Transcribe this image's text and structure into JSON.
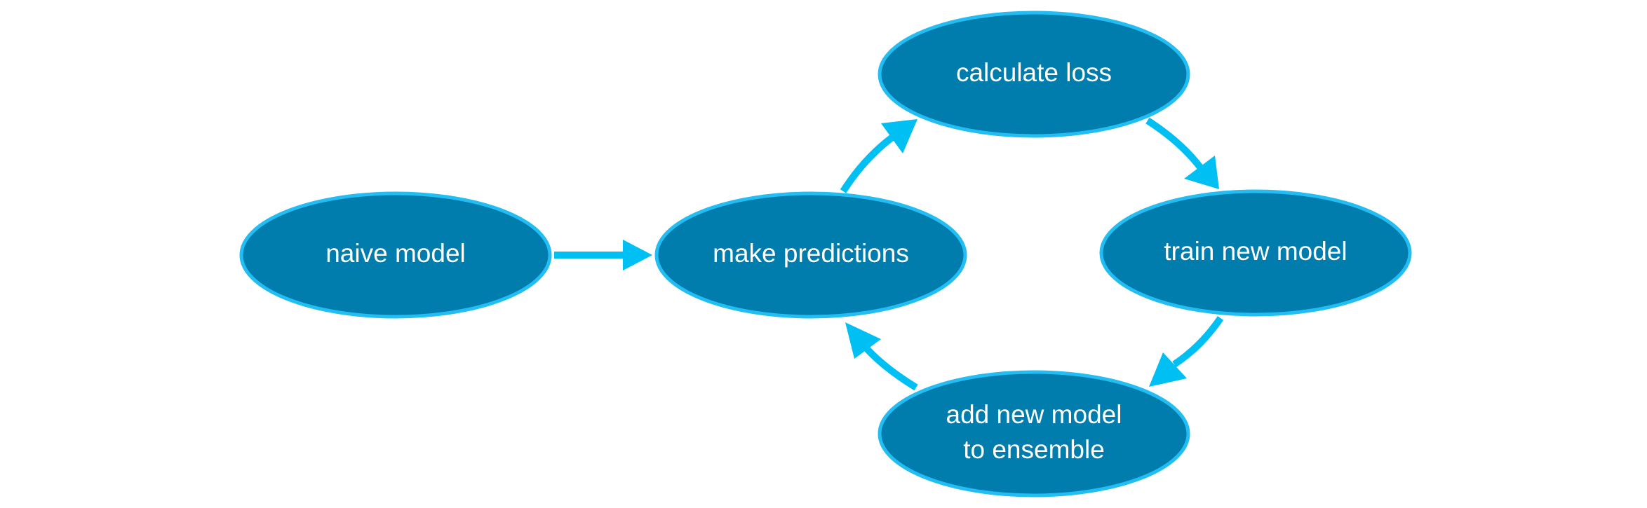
{
  "diagram": {
    "type": "flowchart",
    "colors": {
      "node_fill": "#007cad",
      "node_border": "#22bdf2",
      "arrow": "#00bff2",
      "label": "#ffffff",
      "background": "#ffffff"
    },
    "nodes": [
      {
        "id": "naive",
        "lines": [
          "naive model"
        ]
      },
      {
        "id": "predict",
        "lines": [
          "make predictions"
        ]
      },
      {
        "id": "loss",
        "lines": [
          "calculate loss"
        ]
      },
      {
        "id": "train",
        "lines": [
          "train new model"
        ]
      },
      {
        "id": "add",
        "lines": [
          "add new model",
          "to ensemble"
        ]
      }
    ],
    "edges": [
      {
        "from": "naive",
        "to": "predict"
      },
      {
        "from": "predict",
        "to": "loss"
      },
      {
        "from": "loss",
        "to": "train"
      },
      {
        "from": "train",
        "to": "add"
      },
      {
        "from": "add",
        "to": "predict"
      }
    ]
  }
}
